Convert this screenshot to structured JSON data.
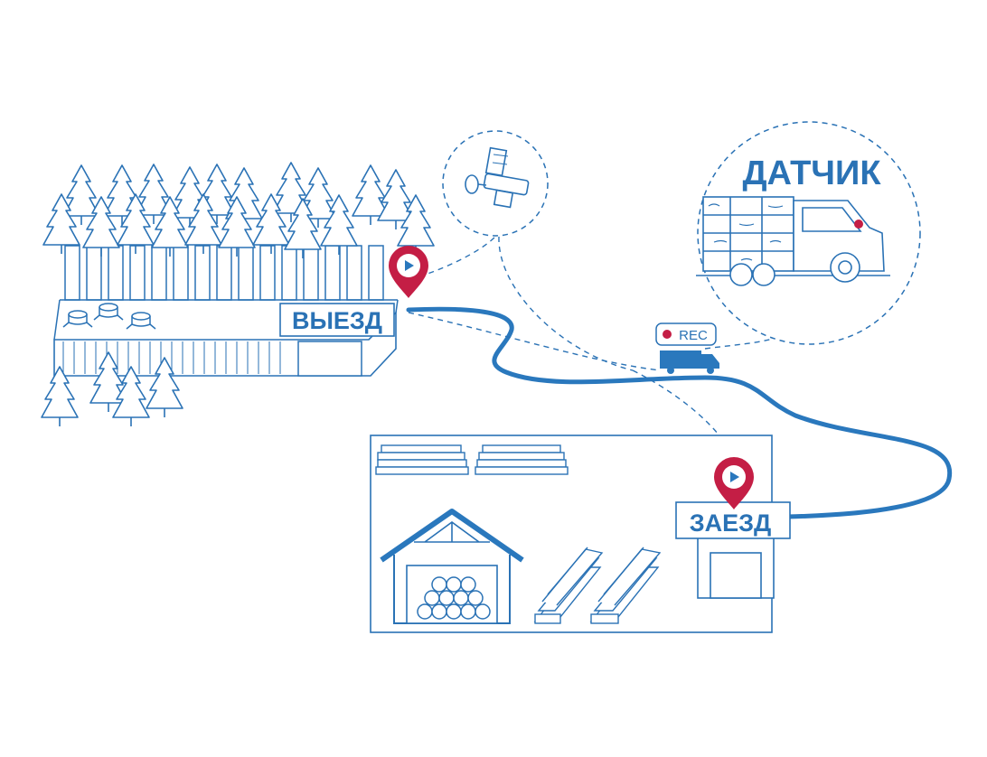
{
  "labels": {
    "exit": "ВЫЕЗД",
    "entry": "ЗАЕЗД",
    "sensor": "ДАТЧИК",
    "rec": "REC"
  },
  "colors": {
    "line": "#2a72b5",
    "route": "#2a78bd",
    "pin": "#c41e45",
    "play": "#2a78bd",
    "rec_dot": "#c41e45"
  },
  "icons": [
    "tree-icon",
    "stump-icon",
    "satellite-icon",
    "truck-icon",
    "location-pin-icon",
    "play-icon",
    "warehouse-icon",
    "log-pile-icon",
    "lumber-stack-icon",
    "board-stack-icon",
    "gate-icon"
  ]
}
